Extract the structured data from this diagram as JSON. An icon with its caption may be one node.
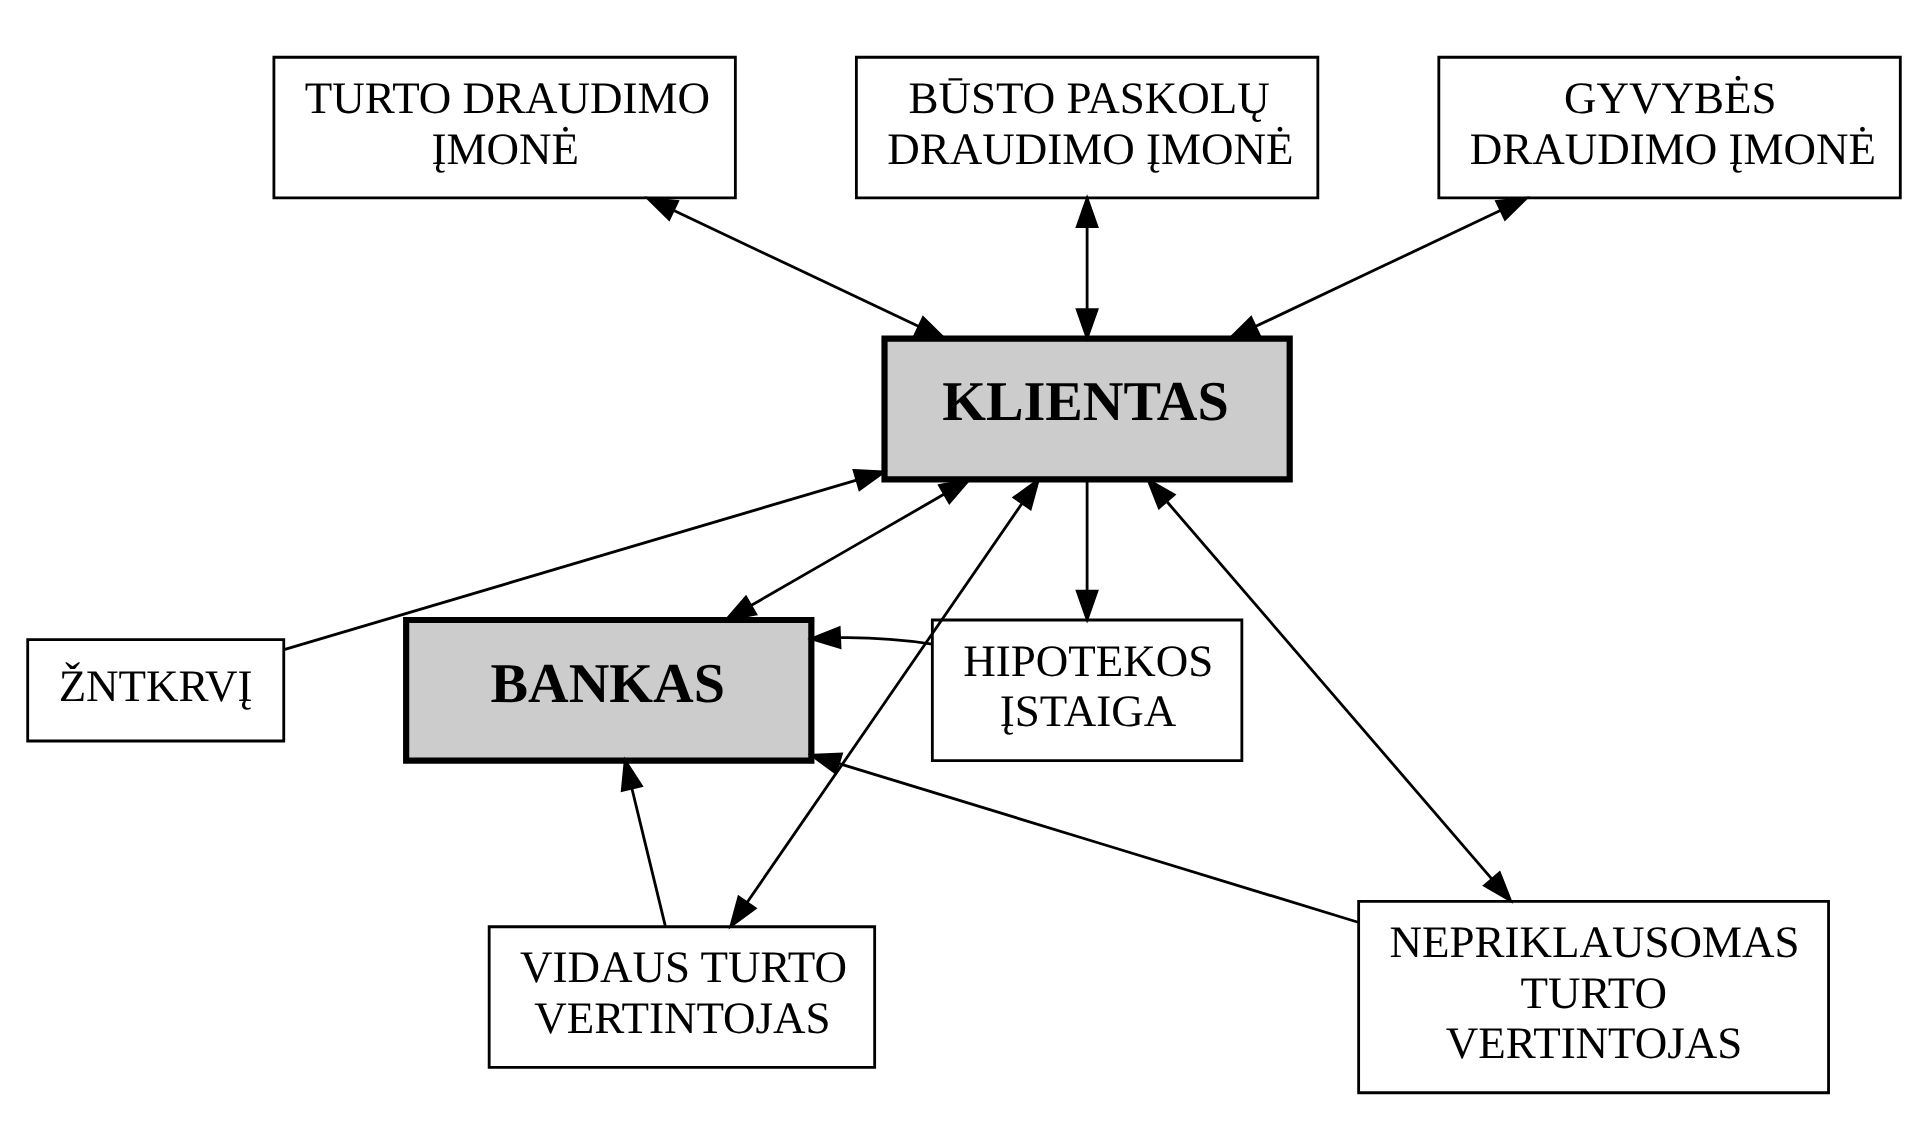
{
  "diagram": {
    "nodes": [
      {
        "text": [
          "TURTO DRAUDIMO ĮMONĖ"
        ]
      },
      {
        "text": [
          "BŪSTO PASKOLŲ DRAUDIMO ĮMONĖ"
        ]
      },
      {
        "text": [
          "GYVYBĖS DRAUDIMO ĮMONĖ"
        ]
      },
      {
        "text": [
          "KLIENTAS"
        ]
      },
      {
        "text": [
          "ŽNTKRVĮ"
        ]
      },
      {
        "text": [
          "BANKAS"
        ]
      },
      {
        "text": [
          "HIPOTEKOS ĮSTAIGA"
        ]
      },
      {
        "text": [
          "VIDAUS TURTO VERTINTOJAS"
        ]
      },
      {
        "text": [
          "NEPRIKLAUSOMAS TURTO VERTINTOJAS"
        ]
      }
    ],
    "edges": [
      {
        "from": 0,
        "to": 3,
        "arrow": "both"
      },
      {
        "from": 1,
        "to": 3,
        "arrow": "both"
      },
      {
        "from": 2,
        "to": 3,
        "arrow": "both"
      },
      {
        "from": 4,
        "to": 3,
        "arrow": "to"
      },
      {
        "from": 3,
        "to": 6,
        "arrow": "to"
      },
      {
        "from": 3,
        "to": 5,
        "arrow": "both"
      },
      {
        "from": 6,
        "to": 5,
        "arrow": "to"
      },
      {
        "from": 7,
        "to": 3,
        "arrow": "both"
      },
      {
        "from": 7,
        "to": 5,
        "arrow": "to"
      },
      {
        "from": 8,
        "to": 3,
        "arrow": "both"
      },
      {
        "from": 8,
        "to": 5,
        "arrow": "to"
      }
    ]
  }
}
